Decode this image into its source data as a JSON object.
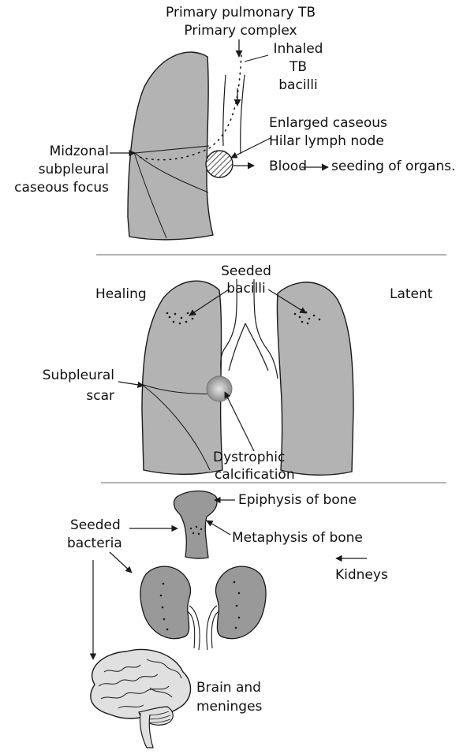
{
  "colors": {
    "organ_fill": "#b3b3b3",
    "kidney_fill": "#999999",
    "line": "#1a1a1a"
  },
  "panel1": {
    "title1": "Primary pulmonary TB",
    "title2": "Primary complex",
    "inhaled1": "Inhaled",
    "inhaled2": "TB",
    "inhaled3": "bacilli",
    "node1": "Enlarged caseous",
    "node2": "Hilar lymph node",
    "blood": "Blood",
    "seeding": "seeding of organs.",
    "focus1": "Midzonal",
    "focus2": "subpleural",
    "focus3": "caseous focus"
  },
  "panel2": {
    "healing": "Healing",
    "latent": "Latent",
    "seeded1": "Seeded",
    "seeded2": "bacilli",
    "scar1": "Subpleural",
    "scar2": "scar",
    "calc1": "Dystrophic",
    "calc2": "calcification"
  },
  "panel3": {
    "epiphysis": "Epiphysis  of bone",
    "metaphysis": "Metaphysis of bone",
    "seeded1": "Seeded",
    "seeded2": "bacteria",
    "kidneys": "Kidneys",
    "brain1": "Brain and",
    "brain2": "meninges"
  }
}
